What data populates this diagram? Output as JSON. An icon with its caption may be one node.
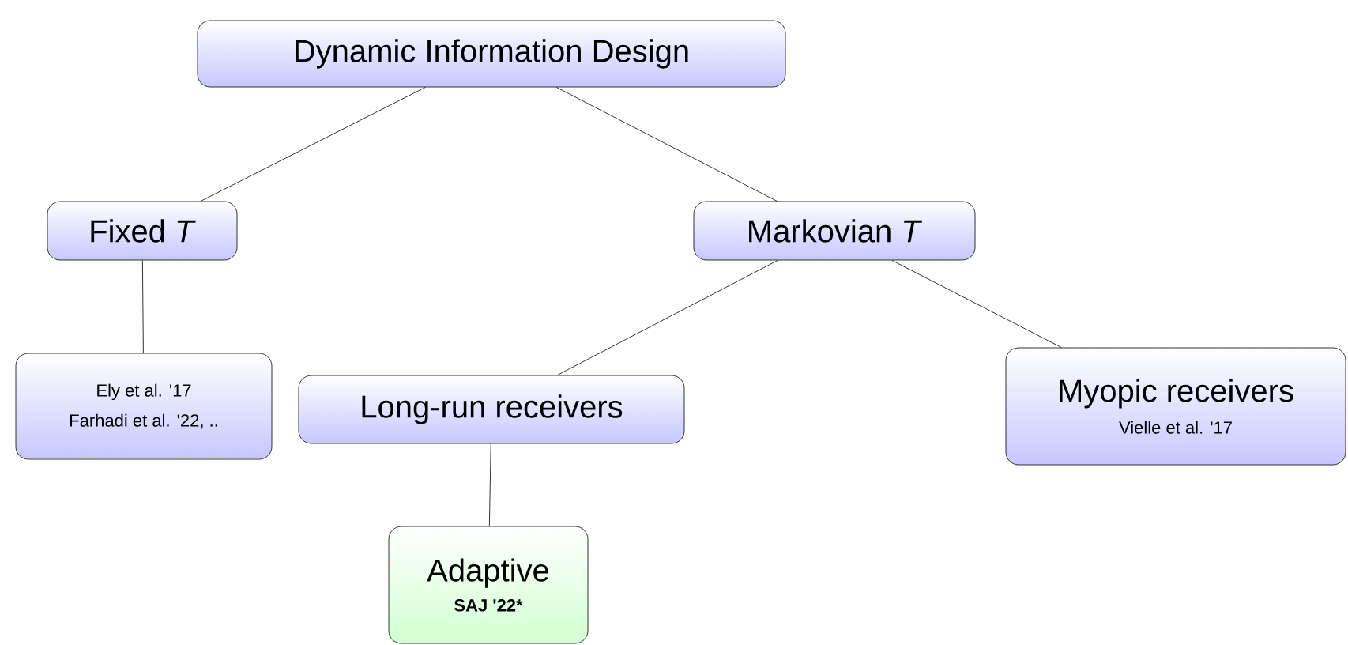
{
  "diagram": {
    "nodes": [
      {
        "text": [
          "Dynamic Information Design"
        ]
      },
      {
        "text": [
          "Fixed *T*"
        ]
      },
      {
        "text": [
          "Markovian *T*"
        ]
      },
      {
        "text": [
          "Ely et al. '17",
          "Farhadi et al. '22, .."
        ]
      },
      {
        "text": [
          "Long-run receivers"
        ]
      },
      {
        "text": [
          "Myopic receivers",
          "Vielle et al. '17"
        ]
      },
      {
        "text": [
          "Adaptive",
          "SAJ '22*"
        ]
      }
    ],
    "edges": [
      {
        "from": 0,
        "to": 1,
        "arrow": "none"
      },
      {
        "from": 0,
        "to": 2,
        "arrow": "none"
      },
      {
        "from": 1,
        "to": 3,
        "arrow": "none"
      },
      {
        "from": 2,
        "to": 4,
        "arrow": "none"
      },
      {
        "from": 2,
        "to": 5,
        "arrow": "none"
      },
      {
        "from": 4,
        "to": 6,
        "arrow": "none"
      }
    ]
  }
}
